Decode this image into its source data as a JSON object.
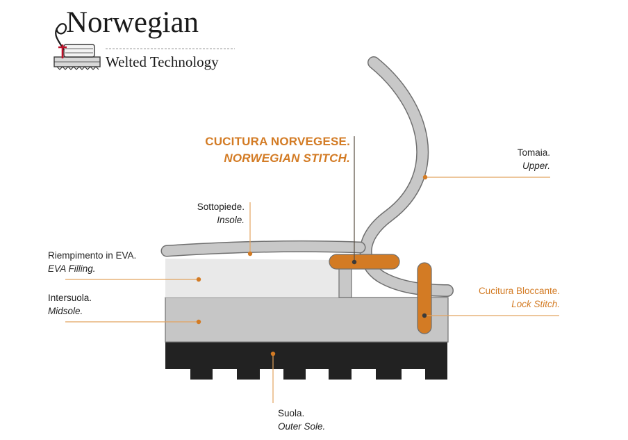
{
  "logo": {
    "title": "Norwegian",
    "subtitle": "Welted Technology"
  },
  "labels": {
    "norwegian_stitch_it": "CUCITURA NORVEGESE.",
    "norwegian_stitch_en": "NORWEGIAN STITCH.",
    "upper_it": "Tomaia.",
    "upper_en": "Upper.",
    "insole_it": "Sottopiede.",
    "insole_en": "Insole.",
    "eva_it": "Riempimento in EVA.",
    "eva_en": "EVA Filling.",
    "midsole_it": "Intersuola.",
    "midsole_en": "Midsole.",
    "lock_it": "Cucitura Bloccante.",
    "lock_en": "Lock Stitch.",
    "outsole_it": "Suola.",
    "outsole_en": "Outer Sole."
  },
  "colors": {
    "accent_orange": "#d37b24",
    "leather_grey": "#c8c8c8",
    "eva_grey": "#e9e9e9",
    "midsole_grey": "#c6c6c6",
    "outsole_black": "#222222",
    "outline": "#6f6f6f",
    "leader_line": "#e2a35f"
  }
}
